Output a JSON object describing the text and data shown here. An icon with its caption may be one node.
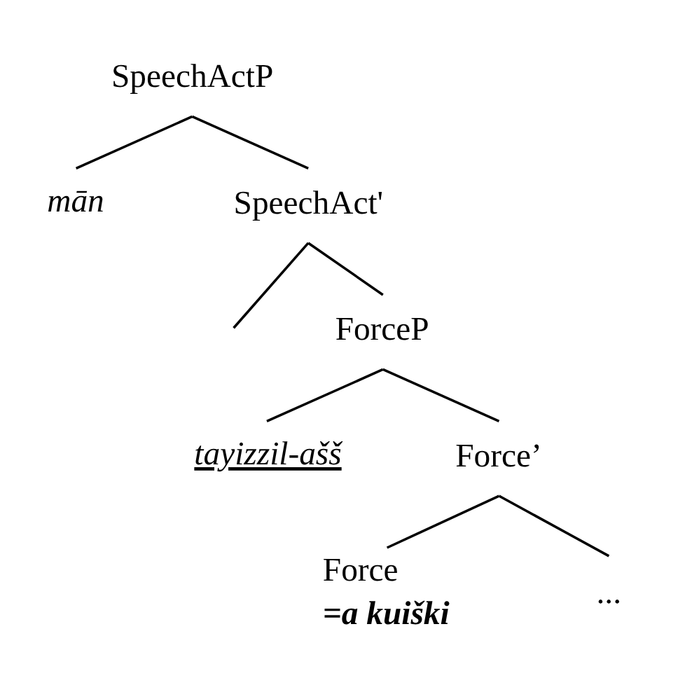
{
  "diagram": {
    "nodes": [
      {
        "text": [
          "SpeechActP"
        ]
      },
      {
        "text": [
          "mān"
        ]
      },
      {
        "text": [
          "SpeechAct'"
        ]
      },
      {
        "text": [
          "ForceP"
        ]
      },
      {
        "text": [
          "tayizzil-ašš"
        ]
      },
      {
        "text": [
          "Force’"
        ]
      },
      {
        "text": [
          "Force",
          "=a kuiški"
        ]
      },
      {
        "text": [
          "..."
        ]
      }
    ],
    "edges": [
      {
        "from": 0,
        "to": 1,
        "arrow": "none"
      },
      {
        "from": 0,
        "to": 2,
        "arrow": "none"
      },
      {
        "from": 2,
        "to": null,
        "arrow": "none"
      },
      {
        "from": 2,
        "to": 3,
        "arrow": "none"
      },
      {
        "from": 3,
        "to": 4,
        "arrow": "none"
      },
      {
        "from": 3,
        "to": 5,
        "arrow": "none"
      },
      {
        "from": 5,
        "to": 6,
        "arrow": "none"
      },
      {
        "from": 5,
        "to": 7,
        "arrow": "none"
      }
    ]
  }
}
